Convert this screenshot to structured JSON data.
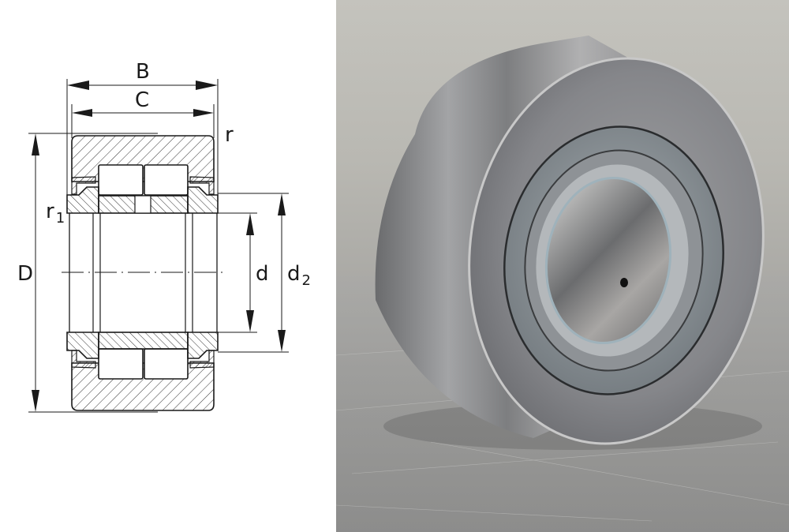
{
  "figure": {
    "left_panel": "technical-cross-section-drawing",
    "right_panel": "product-photo",
    "subject": "double-row cylindrical roller track roller bearing"
  },
  "dimensions": {
    "B": {
      "label": "B",
      "sub": ""
    },
    "C": {
      "label": "C",
      "sub": ""
    },
    "r": {
      "label": "r",
      "sub": ""
    },
    "r1": {
      "label": "r",
      "sub": "1"
    },
    "D": {
      "label": "D",
      "sub": ""
    },
    "d": {
      "label": "d",
      "sub": ""
    },
    "d2": {
      "label": "d",
      "sub": "2"
    }
  },
  "colors": {
    "line": "#1a1a1a",
    "paper": "#ffffff",
    "photo_background": "#b8b7b2",
    "steel_light": "#c9c9c9",
    "steel_dark": "#5a5b5d"
  }
}
